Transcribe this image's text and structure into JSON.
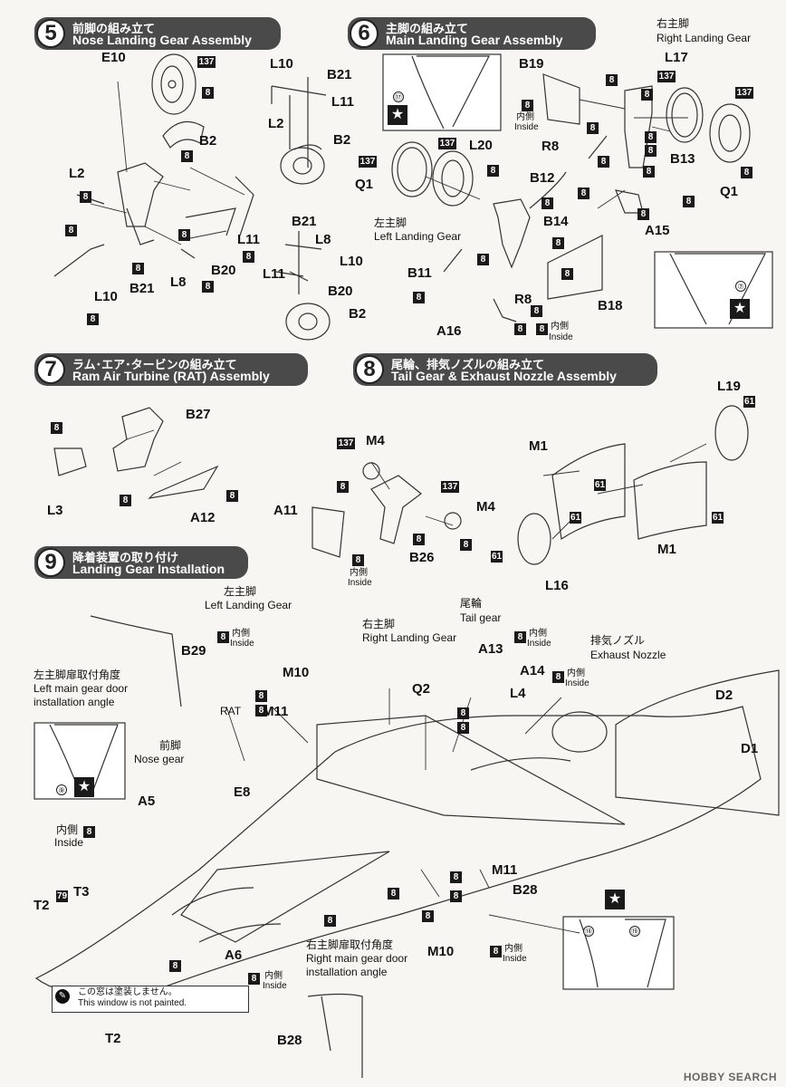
{
  "sections": {
    "s5": {
      "num": "5",
      "jp": "前脚の組み立て",
      "en": "Nose Landing Gear Assembly"
    },
    "s6": {
      "num": "6",
      "jp": "主脚の組み立て",
      "en": "Main Landing Gear Assembly"
    },
    "s7": {
      "num": "7",
      "jp": "ラム･エア･タービンの組み立て",
      "en": "Ram Air Turbine (RAT) Assembly"
    },
    "s8": {
      "num": "8",
      "jp": "尾輪、排気ノズルの組み立て",
      "en": "Tail Gear & Exhaust Nozzle Assembly"
    },
    "s9": {
      "num": "9",
      "jp": "降着装置の取り付け",
      "en": "Landing Gear Installation"
    }
  },
  "captions": {
    "right_gear_jp": "右主脚",
    "right_gear_en": "Right Landing Gear",
    "left_gear_jp": "左主脚",
    "left_gear_en": "Left Landing Gear",
    "inside_jp": "内側",
    "inside_en": "Inside",
    "tail_gear_jp": "尾輪",
    "tail_gear_en": "Tail gear",
    "exhaust_jp": "排気ノズル",
    "exhaust_en": "Exhaust Nozzle",
    "nose_gear_jp": "前脚",
    "nose_gear_en": "Nose gear",
    "rat": "RAT",
    "left_door_jp": "左主脚扉取付角度",
    "left_door_en1": "Left main gear door",
    "left_door_en2": "installation angle",
    "right_door_jp": "右主脚扉取付角度",
    "right_door_en1": "Right main gear door",
    "right_door_en2": "installation angle",
    "window_jp": "この窓は塗装しません。",
    "window_en": "This window is not painted."
  },
  "parts": {
    "E10": "E10",
    "B2": "B2",
    "L2": "L2",
    "L11": "L11",
    "B20": "B20",
    "B21": "B21",
    "L8": "L8",
    "L10": "L10",
    "B19": "B19",
    "R8": "R8",
    "Q1": "Q1",
    "L20": "L20",
    "B12": "B12",
    "B13": "B13",
    "L17": "L17",
    "A15": "A15",
    "B14": "B14",
    "B11": "B11",
    "A16": "A16",
    "B18": "B18",
    "B27": "B27",
    "L3": "L3",
    "A12": "A12",
    "M4": "M4",
    "A11": "A11",
    "B26": "B26",
    "M1": "M1",
    "L19": "L19",
    "L16": "L16",
    "B29": "B29",
    "M10": "M10",
    "M11": "M11",
    "Q2": "Q2",
    "A13": "A13",
    "A14": "A14",
    "L4": "L4",
    "D1": "D1",
    "D2": "D2",
    "E8": "E8",
    "A5": "A5",
    "T2": "T2",
    "T3": "T3",
    "A6": "A6",
    "B28": "B28"
  },
  "colors": {
    "c8": "8",
    "c137": "137",
    "c61": "61",
    "c79": "79"
  },
  "refs": {
    "r7": "⑦",
    "r9": "⑨",
    "r17": "⑰",
    "r18": "⑱",
    "r19": "⑲",
    "star": "★"
  },
  "watermark": "HOBBY SEARCH"
}
